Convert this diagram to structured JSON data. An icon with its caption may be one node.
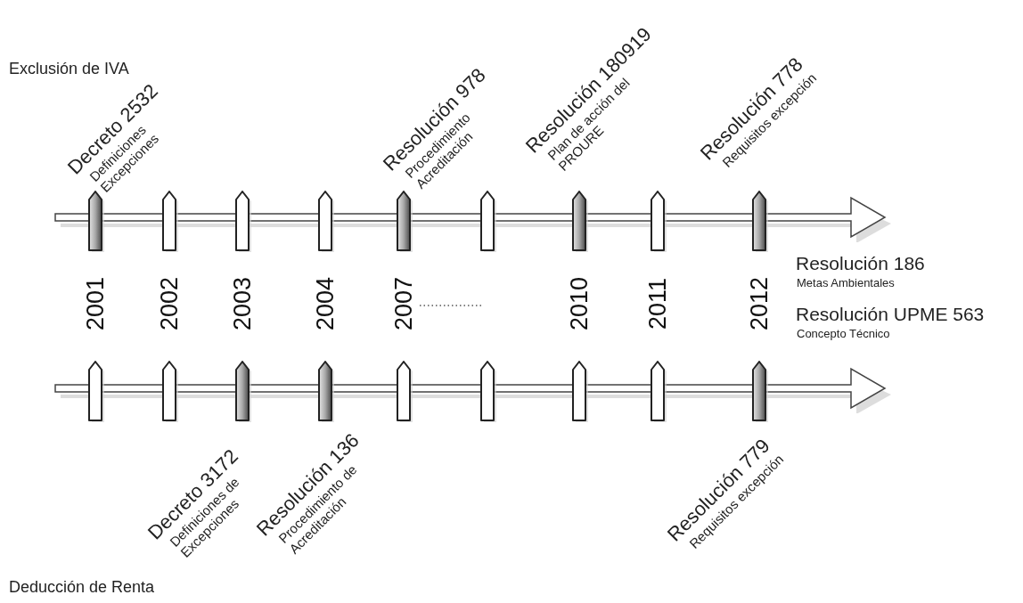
{
  "diagram": {
    "nodes": [
      {
        "text": [],
        "shape": "bar",
        "beside": [
          "Decreto 2532",
          "Definiciones Excepciones"
        ]
      },
      {
        "text": [],
        "shape": "bar"
      },
      {
        "text": [],
        "shape": "bar"
      },
      {
        "text": [],
        "shape": "bar"
      },
      {
        "text": [],
        "shape": "bar",
        "beside": [
          "Resolución 978",
          "Procedimiento Acreditación"
        ]
      },
      {
        "text": [],
        "shape": "bar"
      },
      {
        "text": [],
        "shape": "bar",
        "beside": [
          "Resolución 180919",
          "Plan de acción del PROURE"
        ]
      },
      {
        "text": [],
        "shape": "bar"
      },
      {
        "text": [],
        "shape": "bar",
        "beside": [
          "Resolución 778",
          "Requisitos excepción"
        ]
      },
      {
        "text": [],
        "shape": "bar"
      },
      {
        "text": [],
        "shape": "bar"
      },
      {
        "text": [],
        "shape": "bar",
        "beside": [
          "Decreto 3172",
          "Definiciones de Excepciones"
        ]
      },
      {
        "text": [],
        "shape": "bar",
        "beside": [
          "Resolución 136",
          "Procedimiento de Acreditación"
        ]
      },
      {
        "text": [],
        "shape": "bar"
      },
      {
        "text": [],
        "shape": "bar"
      },
      {
        "text": [],
        "shape": "bar"
      },
      {
        "text": [],
        "shape": "bar"
      },
      {
        "text": [],
        "shape": "bar",
        "beside": [
          "Resolución 779",
          "Requisitos excepción"
        ]
      }
    ],
    "labels": [
      "Exclusión de IVA",
      "2001",
      "2002",
      "2003",
      "2004",
      "2007",
      "2010",
      "2011",
      "2012",
      "Resolución 186",
      "Metas Ambientales",
      "Resolución UPME 563",
      "Concepto Técnico",
      "Deducción de Renta"
    ]
  }
}
